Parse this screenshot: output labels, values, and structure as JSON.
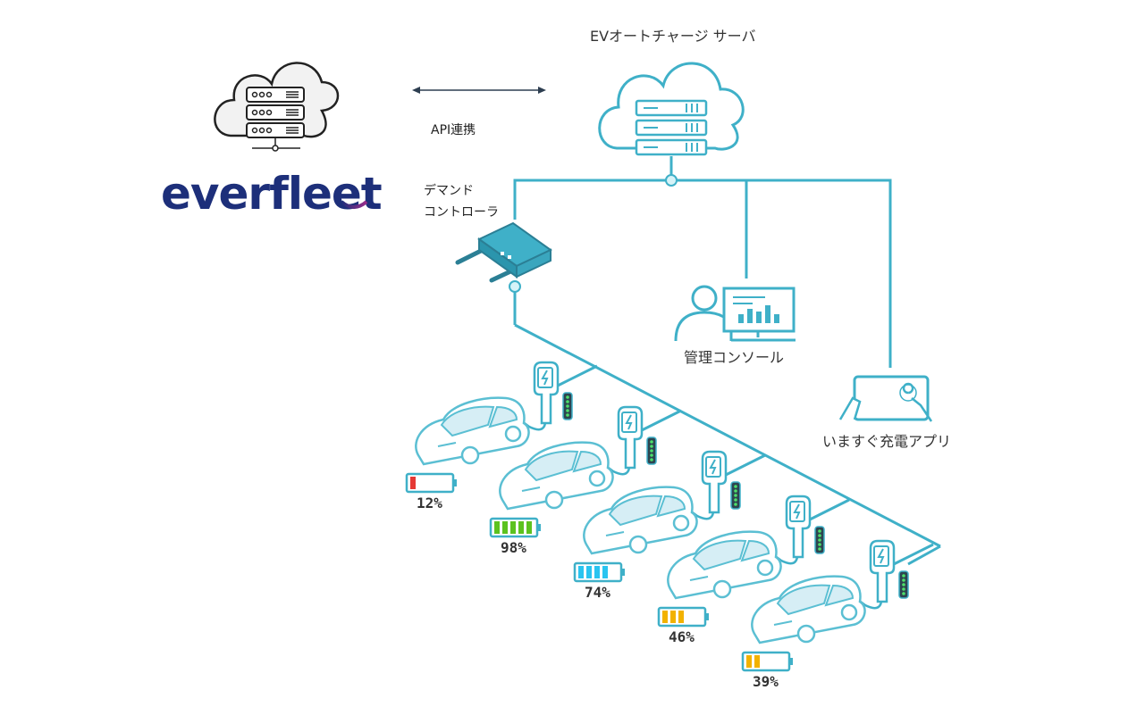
{
  "labels": {
    "server": "EVオートチャージ サーバ",
    "api": "API連携",
    "demand_line1": "デマンド",
    "demand_line2": "コントローラ",
    "console": "管理コンソール",
    "app": "いますぐ充電アプリ"
  },
  "logo": {
    "text": "everfleet"
  },
  "colors": {
    "teal": "#3fb0c8",
    "logo_blue": "#1d2f7a",
    "logo_accent": "#9b2c8a",
    "battery_red": "#e53935",
    "battery_green": "#5cc21f",
    "battery_cyan": "#29c4f0",
    "battery_amber": "#f2b200"
  },
  "chargers": [
    {
      "percent": 12,
      "label": "12%",
      "bars": 1,
      "color": "#e53935"
    },
    {
      "percent": 98,
      "label": "98%",
      "bars": 5,
      "color": "#5cc21f"
    },
    {
      "percent": 74,
      "label": "74%",
      "bars": 4,
      "color": "#29c4f0"
    },
    {
      "percent": 46,
      "label": "46%",
      "bars": 3,
      "color": "#f2b200"
    },
    {
      "percent": 39,
      "label": "39%",
      "bars": 2,
      "color": "#f2b200"
    }
  ],
  "icons": [
    "cloud-server-icon",
    "bidirectional-arrow-icon",
    "cloud-server-icon",
    "router-icon",
    "operator-monitor-icon",
    "tablet-touch-icon",
    "ev-charger-icon",
    "car-icon",
    "battery-icon"
  ]
}
